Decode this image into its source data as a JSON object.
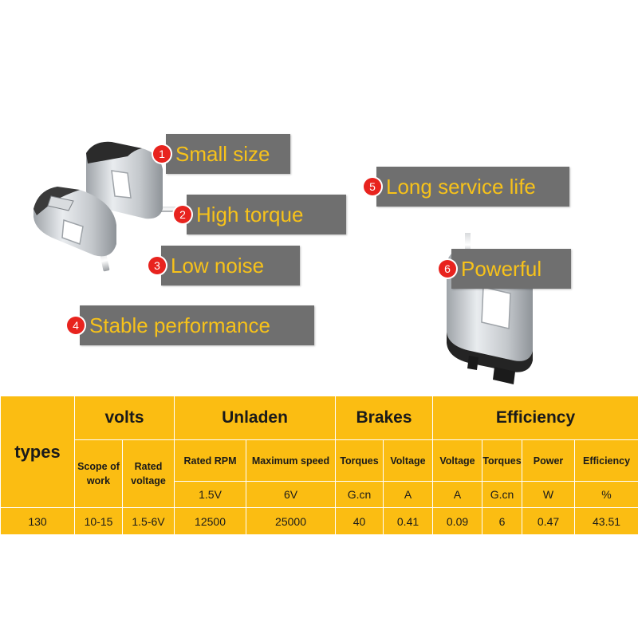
{
  "features": [
    {
      "number": "1",
      "label": "Small size"
    },
    {
      "number": "2",
      "label": "High torque"
    },
    {
      "number": "3",
      "label": "Low noise"
    },
    {
      "number": "4",
      "label": "Stable performance"
    },
    {
      "number": "5",
      "label": "Long service life"
    },
    {
      "number": "6",
      "label": "Powerful"
    }
  ],
  "colors": {
    "badge": "#e8231e",
    "label_bg": "#6f6f6f",
    "label_text": "#f7c21a",
    "table_bg": "#fbbd12"
  },
  "table": {
    "types_header": "types",
    "groups": {
      "volts": "volts",
      "unladen": "Unladen",
      "brakes": "Brakes",
      "efficiency": "Efficiency"
    },
    "columns": {
      "scope_of_work": "Scope of work",
      "rated_voltage": "Rated voltage",
      "rated_rpm": "Rated RPM",
      "maximum_speed": "Maximum speed",
      "brakes_torques": "Torques",
      "brakes_voltage": "Voltage",
      "eff_voltage": "Voltage",
      "eff_torques": "Torques",
      "eff_power": "Power",
      "eff_efficiency": "Efficiency"
    },
    "units": {
      "rated_rpm": "1.5V",
      "maximum_speed": "6V",
      "brakes_torques": "G.cn",
      "brakes_voltage": "A",
      "eff_voltage": "A",
      "eff_torques": "G.cn",
      "eff_power": "W",
      "eff_efficiency": "%"
    },
    "row": {
      "type": "130",
      "scope_of_work": "10-15",
      "rated_voltage": "1.5-6V",
      "rated_rpm": "12500",
      "maximum_speed": "25000",
      "brakes_torques": "40",
      "brakes_voltage": "0.41",
      "eff_voltage": "0.09",
      "eff_torques": "6",
      "eff_power": "0.47",
      "eff_efficiency": "43.51"
    }
  }
}
